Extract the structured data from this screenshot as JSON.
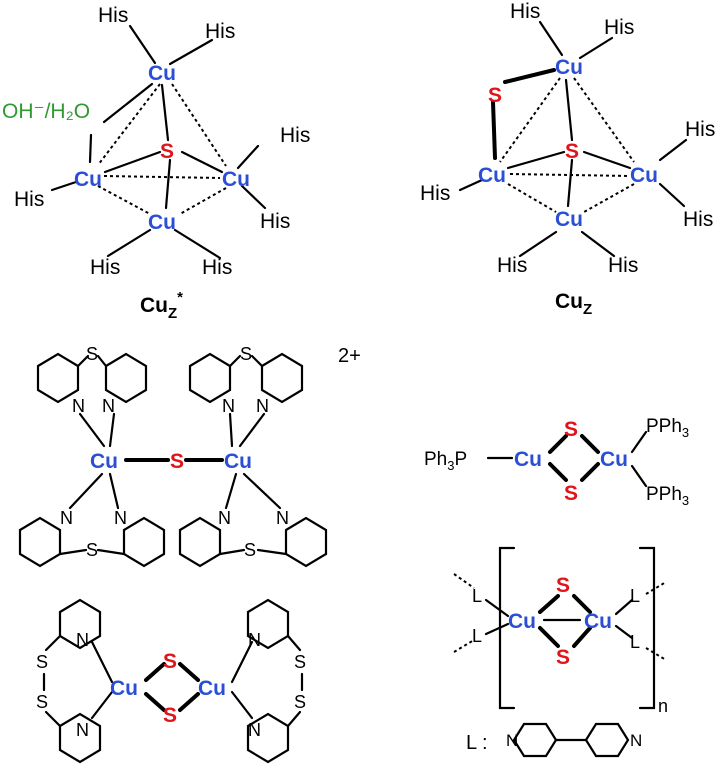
{
  "labels": {
    "cu": "Cu",
    "s": "S",
    "his": "His",
    "n": "N",
    "p": "P",
    "ph3": "Ph",
    "pph3": "PPh",
    "sub3": "3",
    "l": "L",
    "n_sub": "n",
    "oh_h2o": "OH⁻/H₂O",
    "charge": "2+",
    "l_colon": "L :"
  },
  "captions": {
    "cuz_star": "Cu",
    "cuz_star_sub": "Z",
    "cuz_star_sup": "*",
    "cuz": "Cu",
    "cuz_sub": "Z"
  },
  "colors": {
    "copper": "#2a4fd6",
    "sulfur": "#e0151a",
    "water": "#2f9a2f",
    "bond": "#000000"
  }
}
